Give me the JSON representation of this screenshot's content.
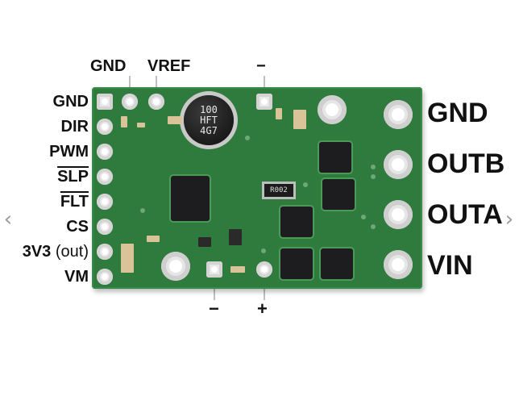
{
  "image": {
    "alt": "Motor driver carrier board pinout diagram"
  },
  "labels": {
    "left": [
      "GND",
      "DIR",
      "PWM",
      "SLP",
      "FLT",
      "CS",
      "3V3",
      "(out)",
      "VM"
    ],
    "top": [
      "GND",
      "VREF",
      "−"
    ],
    "right": [
      "GND",
      "OUTB",
      "OUTA",
      "VIN"
    ],
    "bottom": [
      "−",
      "+"
    ]
  },
  "components": {
    "capacitor_text": [
      "100",
      "HFT",
      "4G7"
    ],
    "resistor_text": "R002"
  },
  "nav": {
    "prev_icon": "‹",
    "next_icon": "›"
  },
  "colors": {
    "pcb": "#2f7a3d",
    "silk": "#ffffff",
    "pad": "#e9e9e9"
  }
}
